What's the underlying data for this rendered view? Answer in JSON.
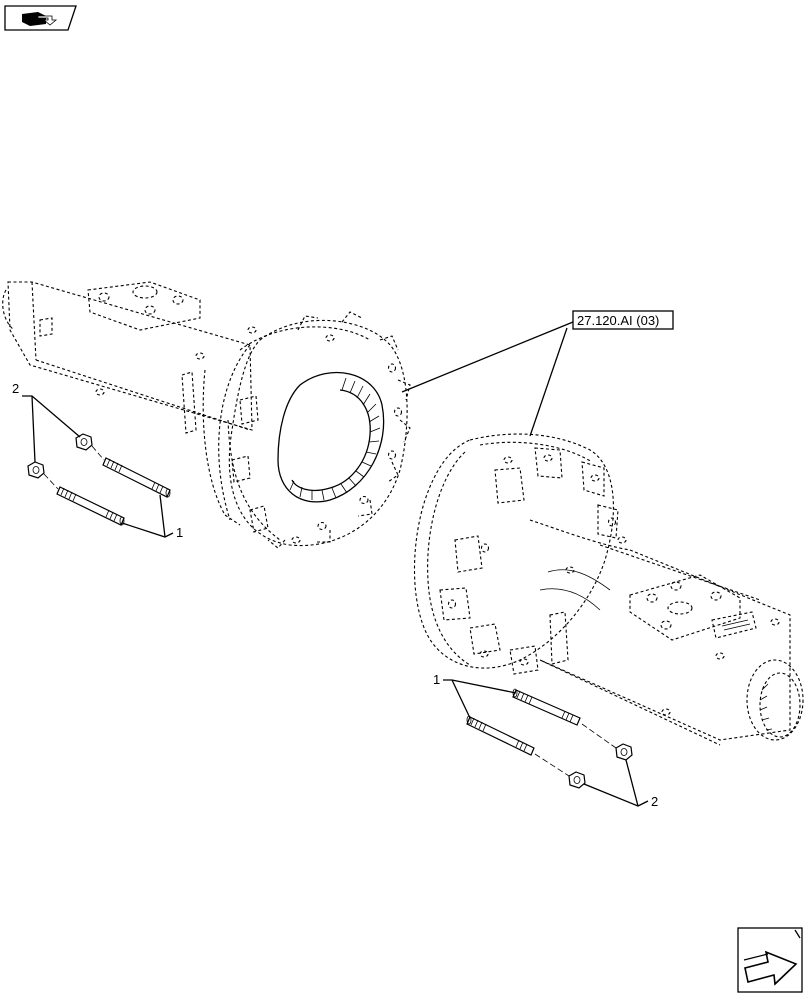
{
  "header": {
    "nav_icon": "open-book-pointer-icon"
  },
  "footer": {
    "nav_icon": "next-page-arrow-icon"
  },
  "diagram": {
    "reference_label": "27.120.AI (03)",
    "callouts": {
      "left_stud": "1",
      "left_nut": "2",
      "right_stud": "1",
      "right_nut": "2"
    }
  }
}
